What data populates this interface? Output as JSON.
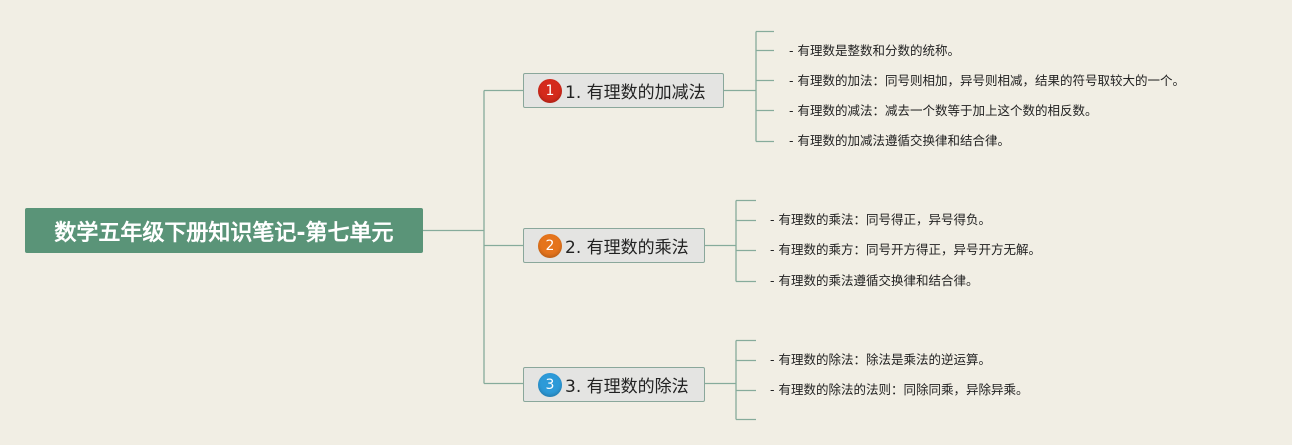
{
  "root": {
    "label": "数学五年级下册知识笔记-第七单元"
  },
  "branches": [
    {
      "number": "1",
      "label": "1. 有理数的加减法",
      "badge_color": "#d42a1c",
      "items": [
        "- 有理数是整数和分数的统称。",
        "- 有理数的加法：同号则相加，异号则相减，结果的符号取较大的一个。",
        "- 有理数的减法：减去一个数等于加上这个数的相反数。",
        "- 有理数的加减法遵循交换律和结合律。"
      ]
    },
    {
      "number": "2",
      "label": "2. 有理数的乘法",
      "badge_color": "#e5741c",
      "items": [
        "- 有理数的乘法：同号得正，异号得负。",
        "- 有理数的乘方：同号开方得正，异号开方无解。",
        "- 有理数的乘法遵循交换律和结合律。"
      ]
    },
    {
      "number": "3",
      "label": "3. 有理数的除法",
      "badge_color": "#2d9ad8",
      "items": [
        "- 有理数的除法：除法是乘法的逆运算。",
        "- 有理数的除法的法则：同除同乘，异除异乘。"
      ]
    }
  ],
  "colors": {
    "line": "#86ab9b",
    "background": "#f1eee4"
  }
}
